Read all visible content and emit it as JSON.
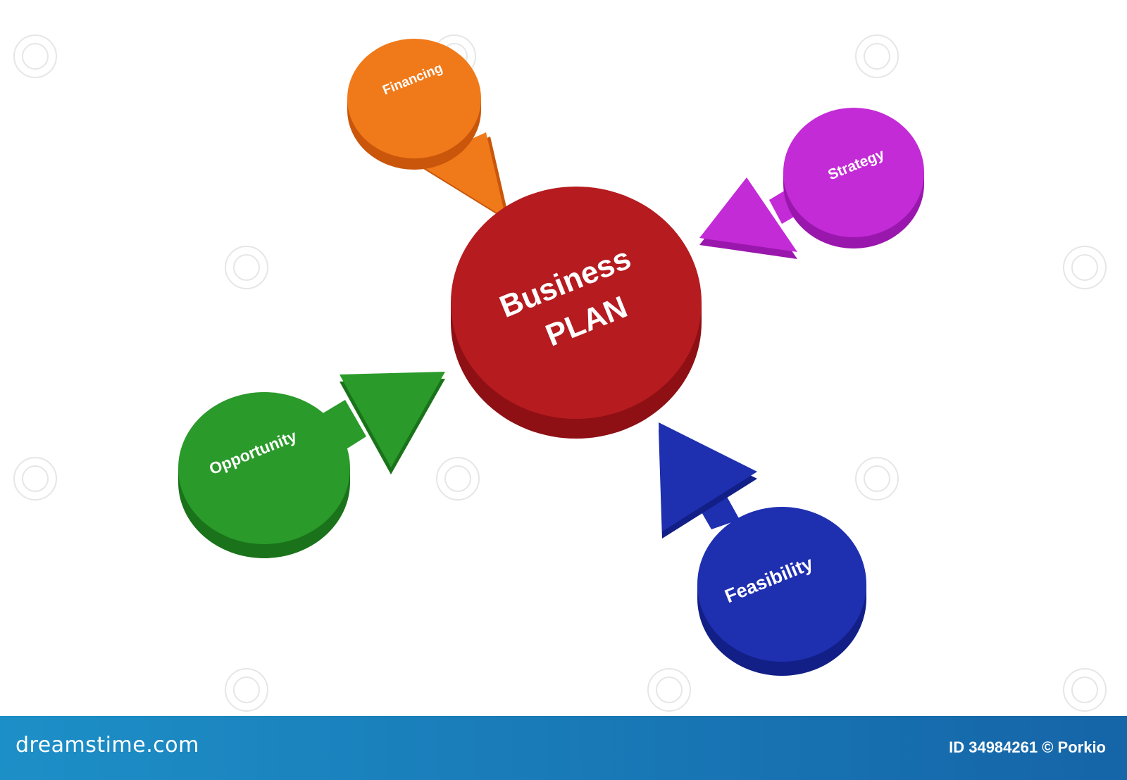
{
  "diagram": {
    "center": {
      "line1": "Business",
      "line2": "PLAN",
      "color": "#b51b1f",
      "side_color": "#8e1014"
    },
    "nodes": [
      {
        "id": "financing",
        "label": "Financing",
        "color": "#f07a1a",
        "side_color": "#c9560b"
      },
      {
        "id": "strategy",
        "label": "Strategy",
        "color": "#c32bd6",
        "side_color": "#9a17ad"
      },
      {
        "id": "opportunity",
        "label": "Opportunity",
        "color": "#2a9a2a",
        "side_color": "#1a731a"
      },
      {
        "id": "feasibility",
        "label": "Feasibility",
        "color": "#1e2fb0",
        "side_color": "#121f86"
      }
    ]
  },
  "footer": {
    "logo": "dreamstime.com",
    "credit": "ID 34984261 © Porkio"
  }
}
